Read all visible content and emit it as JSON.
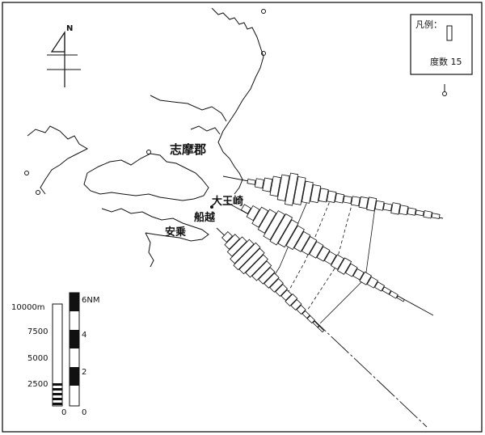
{
  "legend": {
    "title": "凡例：",
    "frequency_label": "度数 15"
  },
  "north": {
    "label": "N"
  },
  "places": {
    "district": "志摩郡",
    "daiosaki": "大王崎",
    "funakoshi": "船越",
    "agoi": "安乗"
  },
  "scale": {
    "meters": {
      "ticks": [
        "10000m",
        "7500",
        "5000",
        "2500",
        "0"
      ]
    },
    "nautical": {
      "ticks": [
        "6NM",
        "4",
        "2",
        "0"
      ]
    }
  },
  "histograms": [
    {
      "name": "upper-route",
      "counts": [
        2,
        4,
        6,
        9,
        12,
        15,
        13,
        10,
        8,
        6,
        5,
        4,
        3,
        4,
        5,
        6,
        4,
        3,
        5,
        4,
        3,
        2,
        3,
        2
      ]
    },
    {
      "name": "middle-route",
      "counts": [
        3,
        6,
        9,
        11,
        14,
        15,
        13,
        11,
        9,
        8,
        7,
        6,
        5,
        6,
        7,
        5,
        4,
        5,
        4,
        3,
        2,
        2,
        1
      ]
    },
    {
      "name": "lower-route",
      "counts": [
        4,
        7,
        10,
        13,
        15,
        14,
        12,
        10,
        8,
        7,
        6,
        5,
        4,
        5,
        4,
        3,
        2,
        2,
        1,
        1
      ]
    }
  ]
}
